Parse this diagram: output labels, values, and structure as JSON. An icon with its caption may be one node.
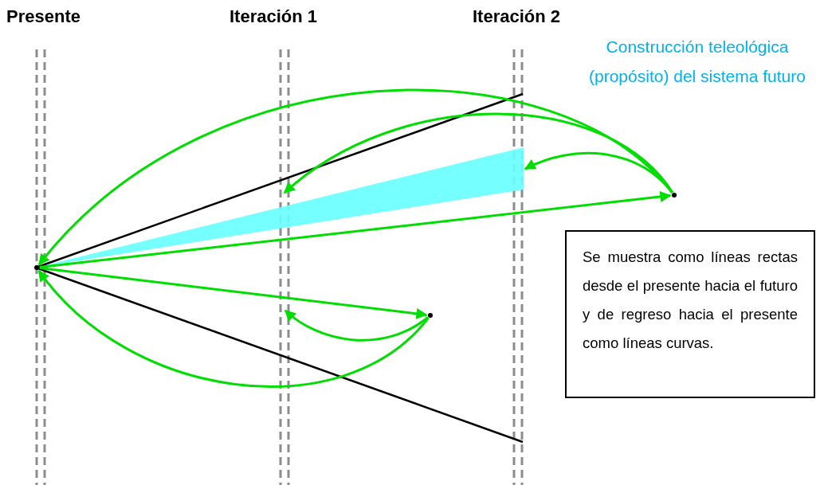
{
  "diagram": {
    "nodes": [
      {
        "text": [],
        "shape": "point"
      },
      {
        "text": [],
        "shape": "point"
      },
      {
        "text": [],
        "shape": "point"
      },
      {
        "text": [
          "Se muestra como líneas rectas desde el presente hacia el futuro y de regreso hacia el presente como líneas curvas."
        ]
      }
    ],
    "edges": [
      {
        "from": 0,
        "to": 1,
        "arrow": "to"
      },
      {
        "from": 1,
        "to": 0,
        "arrow": "to"
      },
      {
        "from": 1,
        "to": null,
        "arrow": "to"
      },
      {
        "from": 1,
        "to": null,
        "arrow": "to"
      },
      {
        "from": 0,
        "to": 2,
        "arrow": "to"
      },
      {
        "from": 2,
        "to": null,
        "arrow": "to"
      },
      {
        "from": 2,
        "to": 0,
        "arrow": "to"
      }
    ],
    "labels": [
      "Presente",
      "Iteración 1",
      "Iteración 2",
      "Construcción teleológica (propósito) del sistema futuro"
    ]
  }
}
